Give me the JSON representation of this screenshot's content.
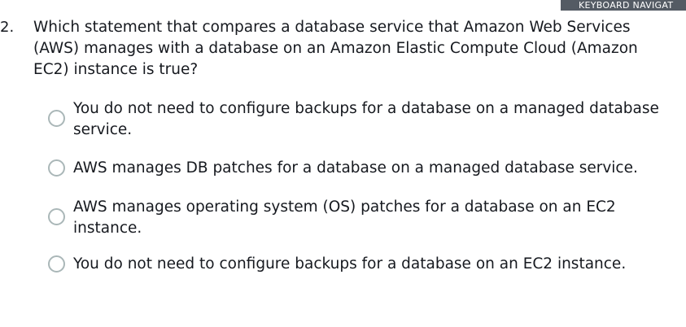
{
  "banner": {
    "label": "KEYBOARD NAVIGAT"
  },
  "question": {
    "number": "2.",
    "text": "Which statement that compares a database service that Amazon Web Services (AWS) manages with a database on an Amazon Elastic Compute Cloud (Amazon EC2) instance is true?"
  },
  "options": [
    {
      "label": "You do not need to configure backups for a database on a managed database service.",
      "selected": false
    },
    {
      "label": "AWS manages DB patches for a database on a managed database service.",
      "selected": false
    },
    {
      "label": "AWS manages operating system (OS) patches for a database on an EC2 instance.",
      "selected": false
    },
    {
      "label": "You do not need to configure backups for a database on an EC2 instance.",
      "selected": false
    }
  ]
}
